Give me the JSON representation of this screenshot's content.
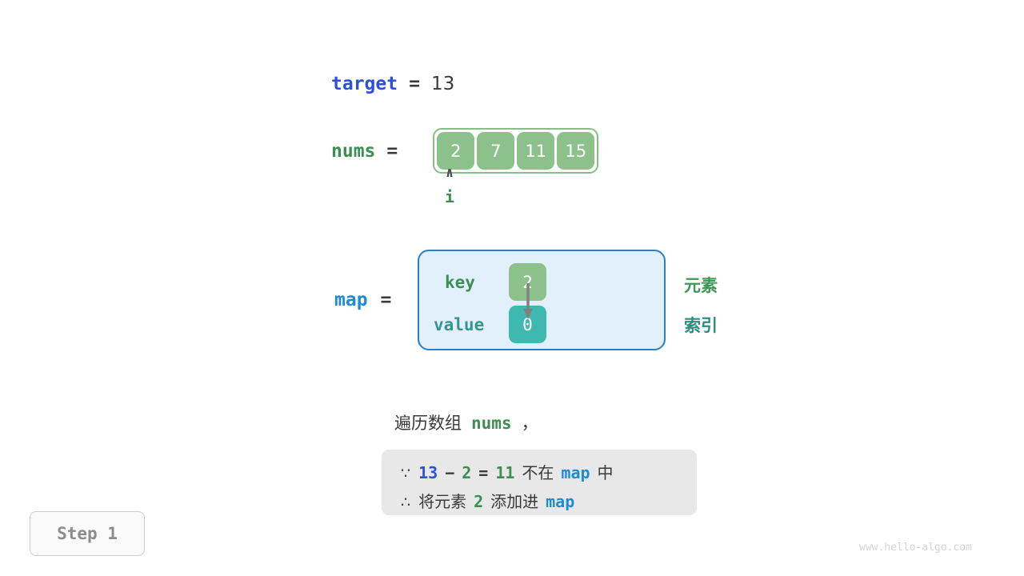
{
  "variables": {
    "target": {
      "name": "target",
      "equals": "=",
      "value": "13"
    },
    "nums": {
      "name": "nums",
      "equals": "=",
      "values": [
        "2",
        "7",
        "11",
        "15"
      ]
    },
    "map": {
      "name": "map",
      "equals": "=",
      "key_label": "key",
      "value_label": "value",
      "key_cell": "2",
      "value_cell": "0"
    }
  },
  "pointer": {
    "caret": "∧",
    "label": "i"
  },
  "legend": {
    "element": "元素",
    "index": "索引"
  },
  "caption": {
    "prefix": "遍历数组",
    "code": "nums",
    "suffix": "，"
  },
  "note": {
    "line1": {
      "symbol": "∵",
      "a": "13",
      "op_minus": "−",
      "b": "2",
      "op_eq": "=",
      "c": "11",
      "text_mid": "不在",
      "map": "map",
      "text_end": "中"
    },
    "line2": {
      "symbol": "∴",
      "text_start": "将元素",
      "a": "2",
      "text_mid": "添加进",
      "map": "map"
    }
  },
  "step_badge": "Step 1",
  "watermark": "www.hello-algo.com",
  "colors": {
    "target_blue": "#2E4FD8",
    "map_blue": "#1E8BD4",
    "nums_green": "#3C8F51",
    "cell_green": "#8CC18C",
    "cell_teal": "#3FB8B0",
    "map_box_bg": "#E2F0FB",
    "map_box_border": "#2B7FC4",
    "note_bg": "#E8E8E8",
    "arrow_gray": "#808080"
  }
}
